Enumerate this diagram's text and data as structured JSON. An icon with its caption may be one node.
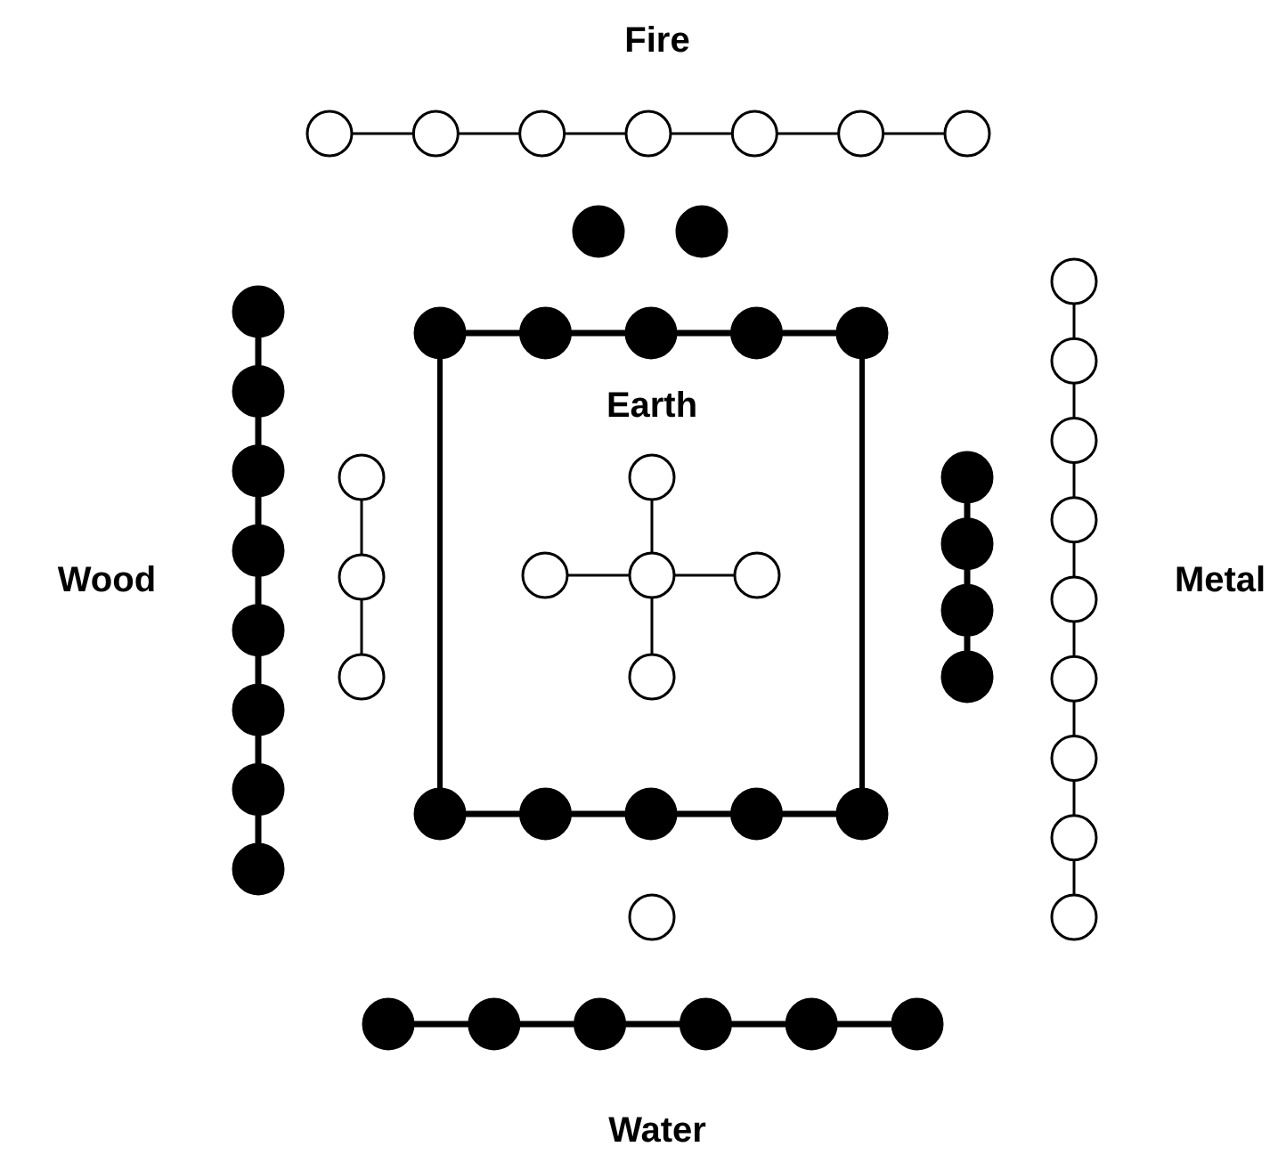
{
  "diagram": {
    "labels": [
      "Fire",
      "Earth",
      "Wood",
      "Metal",
      "Water"
    ]
  }
}
